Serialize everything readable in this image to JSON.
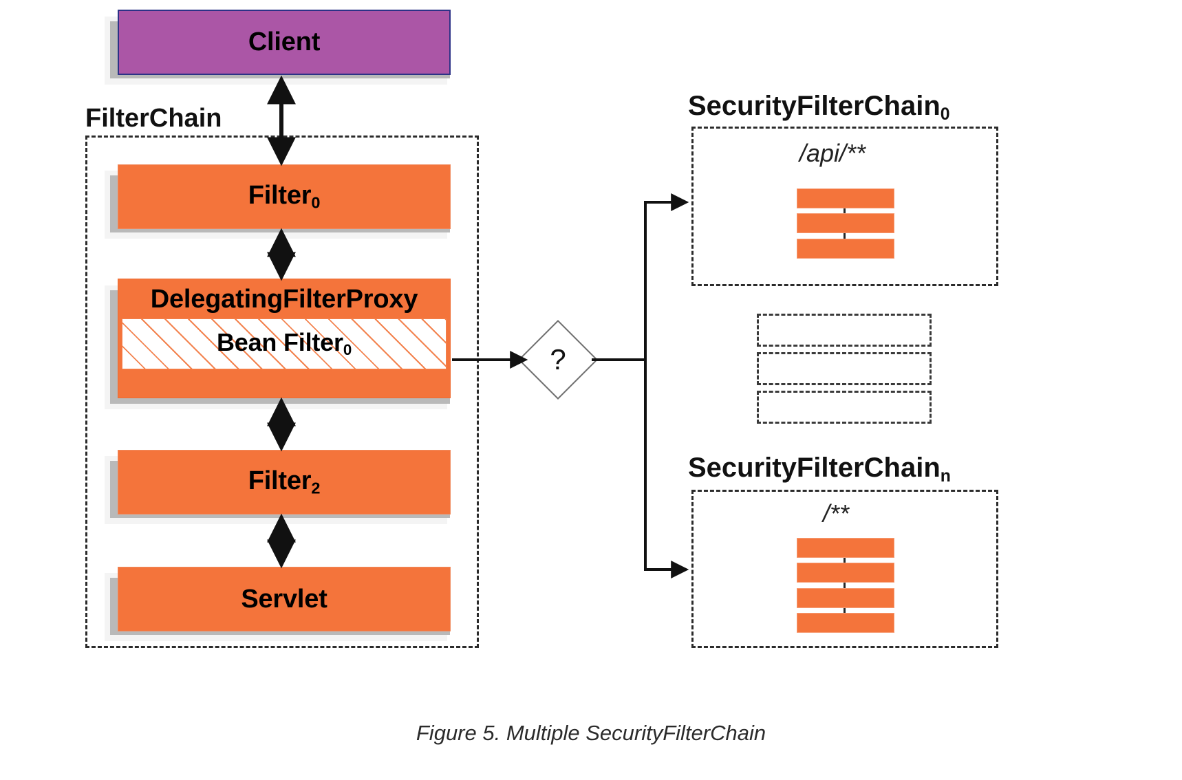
{
  "figure": {
    "caption": "Figure 5. Multiple SecurityFilterChain"
  },
  "colors": {
    "client_fill": "#ab56a6",
    "client_border": "#2c3286",
    "filter_fill": "#f4743b",
    "filter_border": "#f08a5e",
    "shadow": "#b9b9b9",
    "shadow_light": "#f4f4f4",
    "dashed_border": "#2b2b2b",
    "diamond_border": "#6f6f6f",
    "arrow": "#111111",
    "text": "#000000"
  },
  "left_column": {
    "group_label": "FilterChain",
    "client": {
      "label": "Client"
    },
    "nodes": [
      {
        "id": "filter0",
        "label": "Filter",
        "subscript": "0"
      },
      {
        "id": "delegating",
        "label": "DelegatingFilterProxy",
        "subscript": ""
      },
      {
        "id": "filter2",
        "label": "Filter",
        "subscript": "2"
      },
      {
        "id": "servlet",
        "label": "Servlet",
        "subscript": ""
      }
    ],
    "bean_filter": {
      "label": "Bean Filter",
      "subscript": "0"
    }
  },
  "decision": {
    "label": "?"
  },
  "right_column": {
    "chains": [
      {
        "id": "chain0",
        "title": "SecurityFilterChain",
        "title_subscript": "0",
        "pattern": "/api/**",
        "bar_count": 3
      },
      {
        "id": "chainN",
        "title": "SecurityFilterChain",
        "title_subscript": "n",
        "pattern": "/**",
        "bar_count": 4
      }
    ],
    "placeholder_count": 3
  }
}
